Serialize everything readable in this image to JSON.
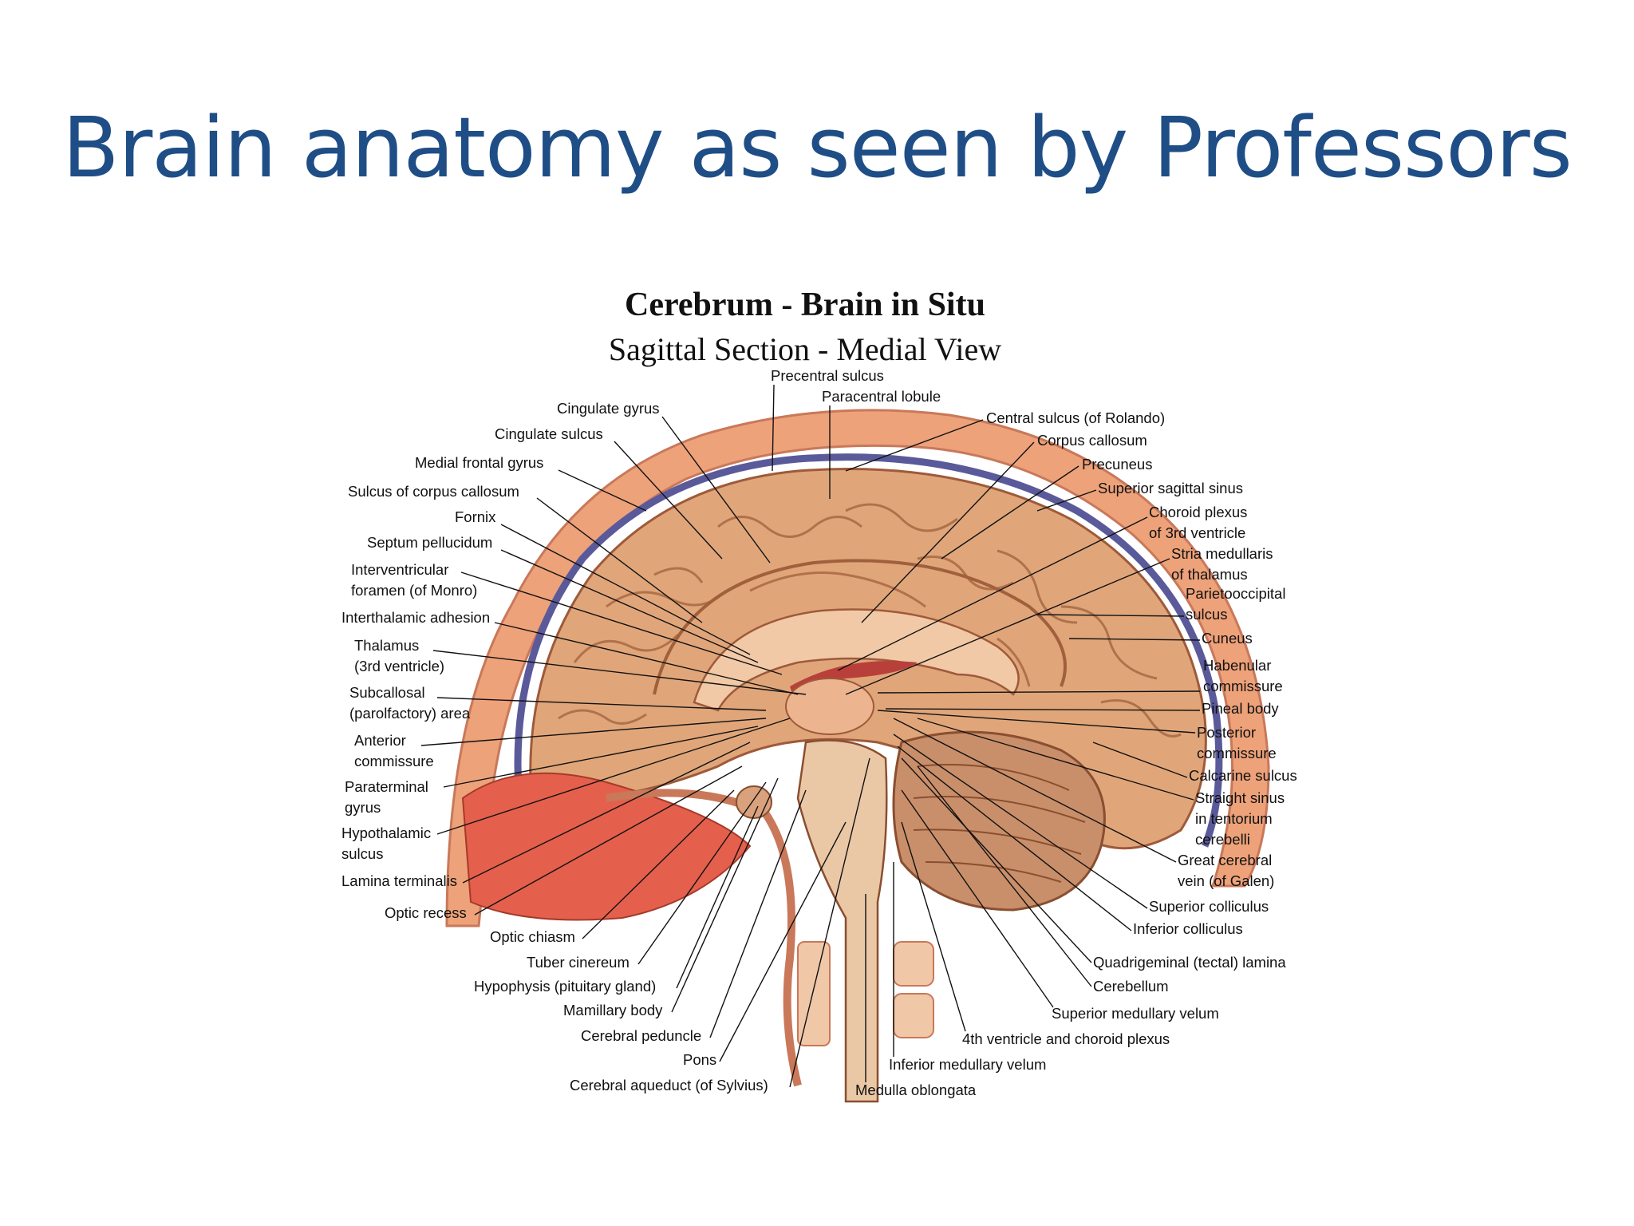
{
  "slide": {
    "title": "Brain anatomy as seen by Professors"
  },
  "figure": {
    "title": "Cerebrum - Brain in Situ",
    "subtitle": "Sagittal Section - Medial View"
  },
  "colors": {
    "title": "#1f4e86",
    "cortex": "#e0a67a",
    "scalp": "#eda27a",
    "sinus": "#5a5a9a",
    "nasal": "#e4604c"
  },
  "labels": [
    {
      "id": "precentral-sulcus",
      "lines": [
        "Precentral sulcus"
      ]
    },
    {
      "id": "paracentral-lobule",
      "lines": [
        "Paracentral lobule"
      ]
    },
    {
      "id": "cingulate-gyrus",
      "lines": [
        "Cingulate gyrus"
      ]
    },
    {
      "id": "cingulate-sulcus",
      "lines": [
        "Cingulate sulcus"
      ]
    },
    {
      "id": "medial-frontal-gyrus",
      "lines": [
        "Medial frontal gyrus"
      ]
    },
    {
      "id": "sulcus-corpus-callosum",
      "lines": [
        "Sulcus of corpus callosum"
      ]
    },
    {
      "id": "fornix",
      "lines": [
        "Fornix"
      ]
    },
    {
      "id": "septum-pellucidum",
      "lines": [
        "Septum pellucidum"
      ]
    },
    {
      "id": "interventricular-foramen",
      "lines": [
        "Interventricular",
        "foramen (of Monro)"
      ]
    },
    {
      "id": "interthalamic-adhesion",
      "lines": [
        "Interthalamic adhesion"
      ]
    },
    {
      "id": "thalamus",
      "lines": [
        "Thalamus",
        "(3rd ventricle)"
      ]
    },
    {
      "id": "subcallosal-area",
      "lines": [
        "Subcallosal",
        "(parolfactory) area"
      ]
    },
    {
      "id": "anterior-commissure",
      "lines": [
        "Anterior",
        "commissure"
      ]
    },
    {
      "id": "paraterminal-gyrus",
      "lines": [
        "Paraterminal",
        "gyrus"
      ]
    },
    {
      "id": "hypothalamic-sulcus",
      "lines": [
        "Hypothalamic",
        "sulcus"
      ]
    },
    {
      "id": "lamina-terminalis",
      "lines": [
        "Lamina terminalis"
      ]
    },
    {
      "id": "optic-recess",
      "lines": [
        "Optic recess"
      ]
    },
    {
      "id": "optic-chiasm",
      "lines": [
        "Optic chiasm"
      ]
    },
    {
      "id": "tuber-cinereum",
      "lines": [
        "Tuber cinereum"
      ]
    },
    {
      "id": "hypophysis",
      "lines": [
        "Hypophysis (pituitary gland)"
      ]
    },
    {
      "id": "mamillary-body",
      "lines": [
        "Mamillary body"
      ]
    },
    {
      "id": "cerebral-peduncle",
      "lines": [
        "Cerebral peduncle"
      ]
    },
    {
      "id": "pons",
      "lines": [
        "Pons"
      ]
    },
    {
      "id": "cerebral-aqueduct",
      "lines": [
        "Cerebral aqueduct (of Sylvius)"
      ]
    },
    {
      "id": "medulla-oblongata",
      "lines": [
        "Medulla oblongata"
      ]
    },
    {
      "id": "inferior-medullary-velum",
      "lines": [
        "Inferior medullary velum"
      ]
    },
    {
      "id": "fourth-ventricle",
      "lines": [
        "4th ventricle and choroid plexus"
      ]
    },
    {
      "id": "superior-medullary-velum",
      "lines": [
        "Superior medullary velum"
      ]
    },
    {
      "id": "cerebellum",
      "lines": [
        "Cerebellum"
      ]
    },
    {
      "id": "quadrigeminal-lamina",
      "lines": [
        "Quadrigeminal (tectal) lamina"
      ]
    },
    {
      "id": "inferior-colliculus",
      "lines": [
        "Inferior colliculus"
      ]
    },
    {
      "id": "superior-colliculus",
      "lines": [
        "Superior colliculus"
      ]
    },
    {
      "id": "great-cerebral-vein",
      "lines": [
        "Great cerebral",
        "vein (of Galen)"
      ]
    },
    {
      "id": "straight-sinus",
      "lines": [
        "Straight sinus",
        "in tentorium",
        "cerebelli"
      ]
    },
    {
      "id": "calcarine-sulcus",
      "lines": [
        "Calcarine sulcus"
      ]
    },
    {
      "id": "posterior-commissure",
      "lines": [
        "Posterior",
        "commissure"
      ]
    },
    {
      "id": "pineal-body",
      "lines": [
        "Pineal body"
      ]
    },
    {
      "id": "habenular-commissure",
      "lines": [
        "Habenular",
        "commissure"
      ]
    },
    {
      "id": "cuneus",
      "lines": [
        "Cuneus"
      ]
    },
    {
      "id": "parietooccipital-sulcus",
      "lines": [
        "Parietooccipital",
        "sulcus"
      ]
    },
    {
      "id": "stria-medullaris",
      "lines": [
        "Stria medullaris",
        "of thalamus"
      ]
    },
    {
      "id": "choroid-plexus-3rd",
      "lines": [
        "Choroid plexus",
        "of 3rd ventricle"
      ]
    },
    {
      "id": "superior-sagittal-sinus",
      "lines": [
        "Superior sagittal sinus"
      ]
    },
    {
      "id": "precuneus",
      "lines": [
        "Precuneus"
      ]
    },
    {
      "id": "corpus-callosum",
      "lines": [
        "Corpus callosum"
      ]
    },
    {
      "id": "central-sulcus",
      "lines": [
        "Central sulcus (of Rolando)"
      ]
    }
  ]
}
